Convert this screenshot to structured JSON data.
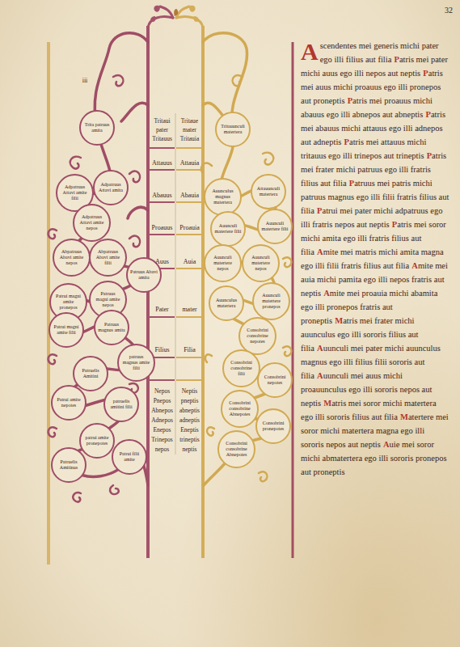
{
  "diagram": {
    "nodes": [
      {
        "text": [
          "Trita patruus amita"
        ]
      },
      {
        "text": [
          "Adpatruus Attavi amite filii"
        ]
      },
      {
        "text": [
          "Adpatruus Attavi amita"
        ]
      },
      {
        "text": [
          "Adpatruus Attavi amite nepos"
        ]
      },
      {
        "text": [
          "Abpatruus Abavi amite nepos"
        ]
      },
      {
        "text": [
          "Abpatruus Abavi amite filii"
        ]
      },
      {
        "text": [
          "Patruus Abavi amita"
        ]
      },
      {
        "text": [
          "Patrui magni amite pronepos"
        ]
      },
      {
        "text": [
          "Patruus magni amite nepos"
        ]
      },
      {
        "text": [
          "Patrui magni amite filii"
        ]
      },
      {
        "text": [
          "Patruus magnus amita"
        ]
      },
      {
        "text": [
          "Patruelis Amitini"
        ]
      },
      {
        "text": [
          "patruus magnus amite filii"
        ]
      },
      {
        "text": [
          "Patrui amite nepotes"
        ]
      },
      {
        "text": [
          "patruelis amitini filii"
        ]
      },
      {
        "text": [
          "patrui amite pronepotes"
        ]
      },
      {
        "text": [
          "Patruelis Amitinus"
        ]
      },
      {
        "text": [
          "Patrui filii amite"
        ]
      },
      {
        "text": [
          "Tritauunculi matertera"
        ]
      },
      {
        "text": [
          "Auunculus magnus matertera"
        ]
      },
      {
        "text": [
          "Attauunculi matertera"
        ]
      },
      {
        "text": [
          "Auunculi matertere filii"
        ]
      },
      {
        "text": [
          "Auunculi matertere filii"
        ]
      },
      {
        "text": [
          "Auunculi matertere nepos"
        ]
      },
      {
        "text": [
          "Auunculi matertere nepos"
        ]
      },
      {
        "text": [
          "Auunculus matertera"
        ]
      },
      {
        "text": [
          "Auunculi matertere pronepos"
        ]
      },
      {
        "text": [
          "Consobrini consobrine nepotes"
        ]
      },
      {
        "text": [
          "Consobrini consobrine filii"
        ]
      },
      {
        "text": [
          "Consobrini nepotes"
        ]
      },
      {
        "text": [
          "Consobrini consobrine Abnepotes"
        ]
      },
      {
        "text": [
          "Consobrini pronepotes"
        ]
      },
      {
        "text": [
          "Consobrini consobrine Abnepotes"
        ]
      }
    ],
    "labels": [
      "32",
      "iii",
      "Tritaui",
      "pater",
      "Tritauus",
      "Tritaue",
      "mater",
      "Tritauia",
      "Attauus",
      "Attauia",
      "Abauus",
      "Abauia",
      "Proauus",
      "Proauia",
      "Auus",
      "Auia",
      "Pater",
      "mater",
      "Filius",
      "Filia",
      "Nepos",
      "Pnepos",
      "Abnepos",
      "Adnepos",
      "Enepos",
      "Trinepos",
      "nepos",
      "Neptis",
      "pneptis",
      "abneptis",
      "adneptis",
      "Eneptis",
      "trineptis",
      "neptis",
      "A",
      "scendentes mei generis michi pater ego illi filius aut filia",
      "P",
      "atris mei pater michi auus ego illi nepos aut neptis",
      "P",
      "atris mei auus michi proauus ego illi pronepos aut proneptis",
      "P",
      "atris mei proauus michi abauus ego illi abnepos aut abneptis",
      "P",
      "atris mei abauus michi attauus ego illi adnepos aut adneptis",
      "P",
      "atris mei attauus michi tritauus ego illi trinepos aut trineptis",
      "P",
      "atris mei frater michi patruus ego illi fratris filius aut filia",
      "P",
      "atruus mei patris michi patruus magnus ego illi filii fratris filius aut filia",
      "P",
      "atrui mei pater michi adpatruus ego illi fratris nepos aut neptis",
      "P",
      "atris mei soror michi amita ego illi fratris filius aut filia",
      "A",
      "mite mei matris michi amita magna ego illi filii fratris filius aut filia",
      "A",
      "mite mei auia michi pamita ego illi nepos fratris aut neptis",
      "A",
      "mite mei proauia michi abamita ego illi pronepos fratris aut proneptis",
      "M",
      "atris mei frater michi auunculus ego illi sororis filius aut filia",
      "A",
      "uunculi mei pater michi auunculus magnus ego illi filius filii sororis aut filia",
      "A",
      "uunculi mei auus michi proauunculus ego illi sororis nepos aut neptis",
      "M",
      "atris mei soror michi matertera ego illi sororis filius aut filia",
      "M",
      "atertere mei soror michi matertera magna ego illi sororis nepos aut neptis",
      "A",
      "uie mei soror michi abmatertera ego illi sororis pronepos aut proneptis"
    ]
  }
}
